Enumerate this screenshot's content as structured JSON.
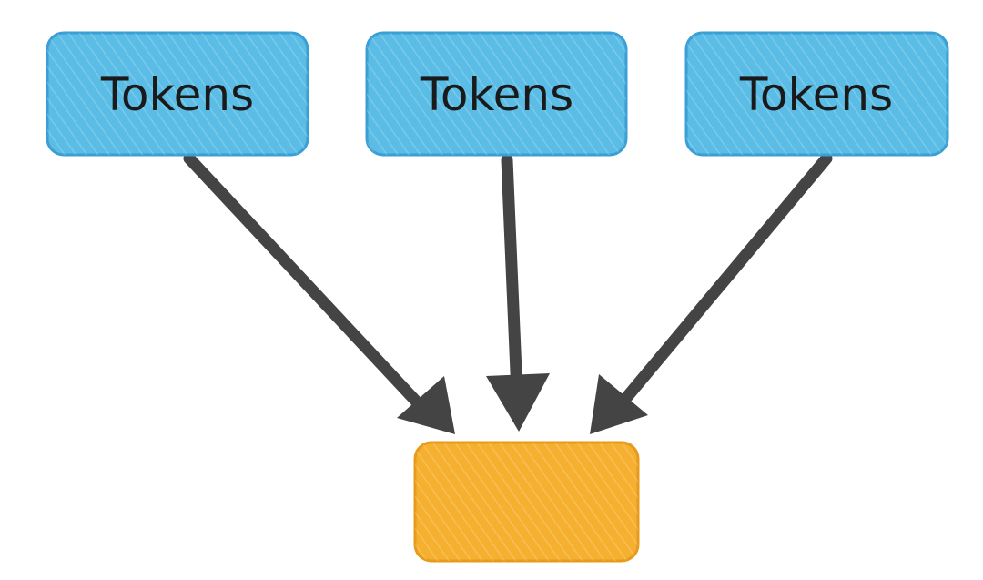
{
  "diagram": {
    "colors": {
      "source_fill": "#5bbde6",
      "source_stroke": "#3a9fd4",
      "target_fill": "#f6b030",
      "target_stroke": "#e89a1a",
      "arrow": "#444444",
      "background": "#ffffff"
    },
    "source_nodes": [
      {
        "label": "Tokens"
      },
      {
        "label": "Tokens"
      },
      {
        "label": "Tokens"
      }
    ],
    "target_node": {
      "label": ""
    },
    "edges": [
      {
        "from": 0,
        "to": "target"
      },
      {
        "from": 1,
        "to": "target"
      },
      {
        "from": 2,
        "to": "target"
      }
    ]
  }
}
